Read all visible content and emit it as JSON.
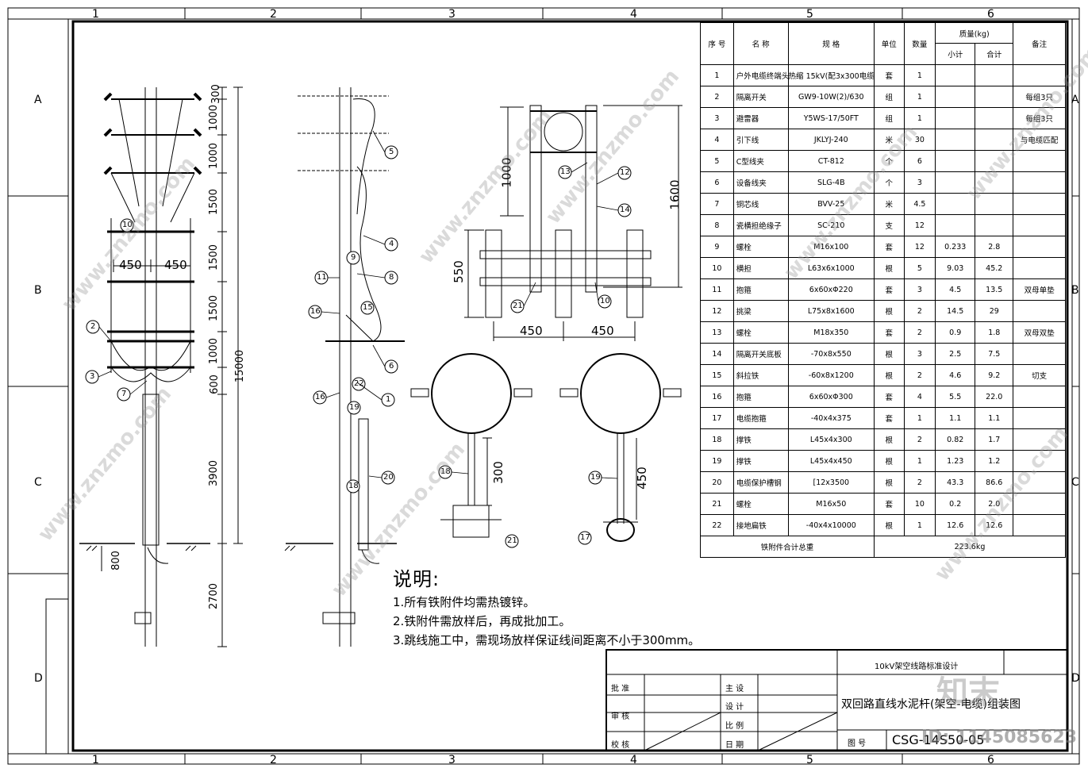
{
  "frame": {
    "col_labels": [
      "1",
      "2",
      "3",
      "4",
      "5",
      "6"
    ],
    "row_labels": [
      "A",
      "B",
      "C",
      "D"
    ]
  },
  "pole_front": {
    "dims_vertical": [
      "300",
      "1000",
      "1000",
      "1500",
      "1500",
      "1500",
      "1000",
      "600",
      "3900",
      "2700"
    ],
    "total": "15000",
    "cross_dims": [
      "450",
      "450"
    ],
    "burial_small": "800",
    "callouts": [
      "10",
      "2",
      "3",
      "7"
    ]
  },
  "pole_side": {
    "callouts": [
      "5",
      "4",
      "9",
      "8",
      "11",
      "16",
      "15",
      "6",
      "22",
      "1",
      "16",
      "19",
      "18",
      "20"
    ]
  },
  "detail_top": {
    "dims": [
      "1000",
      "1600",
      "550",
      "450",
      "450"
    ],
    "callouts": [
      "13",
      "12",
      "14",
      "21",
      "10"
    ]
  },
  "detail_hoops": {
    "left_dim": "300",
    "right_dim": "450",
    "callouts": [
      "18",
      "21",
      "19",
      "17"
    ]
  },
  "bom": {
    "headers": {
      "seq": "序 号",
      "name": "名  称",
      "spec": "规   格",
      "unit": "单位",
      "qty": "数量",
      "mass": "质量(kg)",
      "sub": "小计",
      "total": "合计",
      "note": "备注"
    },
    "rows": [
      [
        "1",
        "户外电缆终端头",
        "热缩 15kV(配3x300电缆)",
        "套",
        "1",
        "",
        "",
        ""
      ],
      [
        "2",
        "隔离开关",
        "GW9-10W(2)/630",
        "组",
        "1",
        "",
        "",
        "每组3只"
      ],
      [
        "3",
        "避雷器",
        "Y5WS-17/50FT",
        "组",
        "1",
        "",
        "",
        "每组3只"
      ],
      [
        "4",
        "引下线",
        "JKLYJ-240",
        "米",
        "30",
        "",
        "",
        "与电缆匹配"
      ],
      [
        "5",
        "C型线夹",
        "CT-812",
        "个",
        "6",
        "",
        "",
        ""
      ],
      [
        "6",
        "设备线夹",
        "SLG-4B",
        "个",
        "3",
        "",
        "",
        ""
      ],
      [
        "7",
        "铜芯线",
        "BVV-25",
        "米",
        "4.5",
        "",
        "",
        ""
      ],
      [
        "8",
        "瓷横担绝缘子",
        "SC-210",
        "支",
        "12",
        "",
        "",
        ""
      ],
      [
        "9",
        "螺栓",
        "M16x100",
        "套",
        "12",
        "0.233",
        "2.8",
        ""
      ],
      [
        "10",
        "横担",
        "L63x6x1000",
        "根",
        "5",
        "9.03",
        "45.2",
        ""
      ],
      [
        "11",
        "抱箍",
        "6x60xΦ220",
        "套",
        "3",
        "4.5",
        "13.5",
        "双母单垫"
      ],
      [
        "12",
        "挑梁",
        "L75x8x1600",
        "根",
        "2",
        "14.5",
        "29",
        ""
      ],
      [
        "13",
        "螺栓",
        "M18x350",
        "套",
        "2",
        "0.9",
        "1.8",
        "双母双垫"
      ],
      [
        "14",
        "隔离开关底板",
        "-70x8x550",
        "根",
        "3",
        "2.5",
        "7.5",
        ""
      ],
      [
        "15",
        "斜拉铁",
        "-60x8x1200",
        "根",
        "2",
        "4.6",
        "9.2",
        "切支"
      ],
      [
        "16",
        "抱箍",
        "6x60xΦ300",
        "套",
        "4",
        "5.5",
        "22.0",
        ""
      ],
      [
        "17",
        "电缆抱箍",
        "-40x4x375",
        "套",
        "1",
        "1.1",
        "1.1",
        ""
      ],
      [
        "18",
        "撑铁",
        "L45x4x300",
        "根",
        "2",
        "0.82",
        "1.7",
        ""
      ],
      [
        "19",
        "撑铁",
        "L45x4x450",
        "根",
        "1",
        "1.23",
        "1.2",
        ""
      ],
      [
        "20",
        "电缆保护槽钢",
        "[12x3500",
        "根",
        "2",
        "43.3",
        "86.6",
        ""
      ],
      [
        "21",
        "螺栓",
        "M16x50",
        "套",
        "10",
        "0.2",
        "2.0",
        ""
      ],
      [
        "22",
        "接地扁铁",
        "-40x4x10000",
        "根",
        "1",
        "12.6",
        "12.6",
        ""
      ]
    ],
    "footer_label": "铁附件合计总重",
    "footer_value": "223.6kg"
  },
  "notes": {
    "title": "说明:",
    "items": [
      "1.所有铁附件均需热镀锌。",
      "2.铁附件需放样后，再成批加工。",
      "3.跳线施工中，需现场放样保证线间距离不小于300mm。"
    ]
  },
  "title_block": {
    "header": "10kV架空线路标准设计",
    "drawing_title": "双回路直线水泥杆(架空-电缆)组装图",
    "labels_left": [
      "批  准",
      "审  核",
      "校  核"
    ],
    "labels_mid": [
      "主  设",
      "设  计",
      "比  例",
      "日  期"
    ],
    "drawing_no_label": "图  号",
    "drawing_no": "CSG-14S50-05"
  },
  "watermark": {
    "text": "www.znzmo.com",
    "brand": "知末",
    "id": "ID: 1145085623"
  }
}
